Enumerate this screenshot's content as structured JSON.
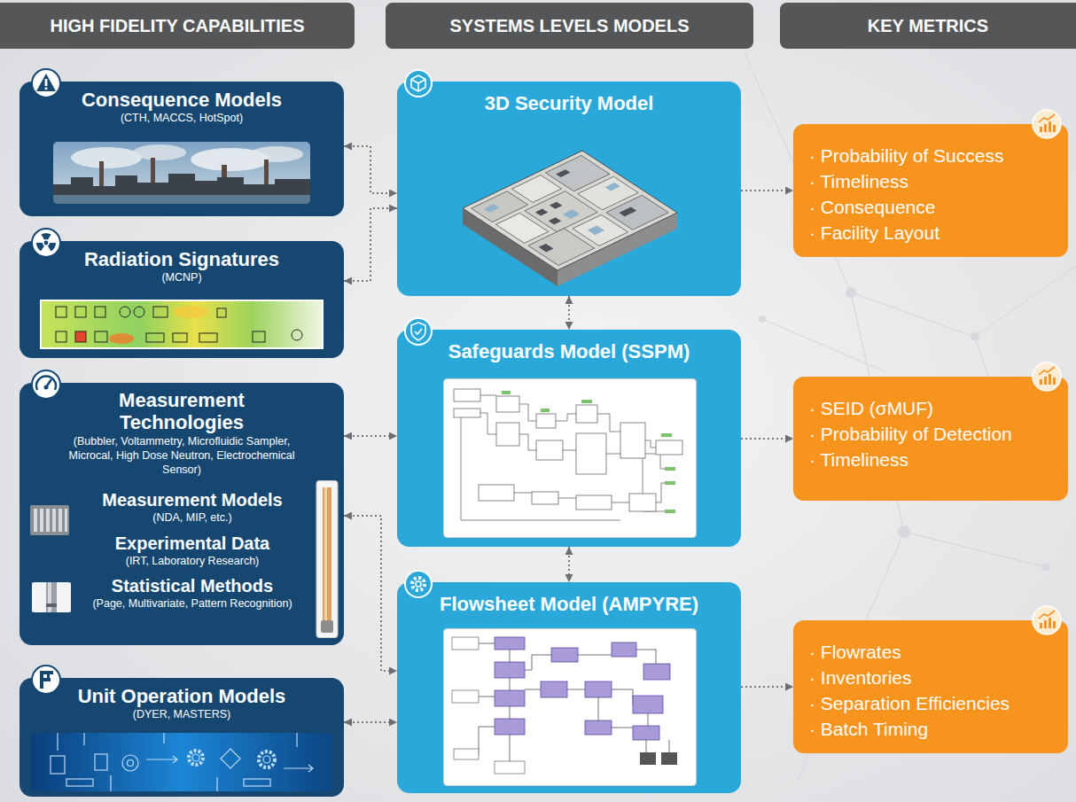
{
  "diagram": {
    "nodes": [
      {
        "text": [
          "HIGH FIDELITY CAPABILITIES"
        ]
      },
      {
        "text": [
          "SYSTEMS LEVELS MODELS"
        ]
      },
      {
        "text": [
          "KEY METRICS"
        ]
      },
      {
        "text": [
          "Consequence Models",
          "(CTH, MACCS, HotSpot)"
        ]
      },
      {
        "text": [
          "Radiation Signatures",
          "(MCNP)"
        ]
      },
      {
        "text": [
          "Measurement Technologies",
          "(Bubbler, Voltammetry, Microfluidic Sampler, Microcal, High Dose Neutron, Electrochemical Sensor)",
          "Measurement Models",
          "(NDA, MIP, etc.)",
          "Experimental Data",
          "(IRT, Laboratory Research)",
          "Statistical Methods",
          "(Page, Multivariate, Pattern Recognition)"
        ]
      },
      {
        "text": [
          "Unit Operation Models",
          "(DYER, MASTERS)"
        ]
      },
      {
        "text": [
          "3D Security Model"
        ]
      },
      {
        "text": [
          "Safeguards Model (SSPM)"
        ]
      },
      {
        "text": [
          "Flowsheet Model (AMPYRE)"
        ]
      },
      {
        "text": [
          "· Probability of Success",
          "· Timeliness",
          "· Consequence",
          "· Facility Layout"
        ]
      },
      {
        "text": [
          "· SEID (σMUF)",
          "· Probability of Detection",
          "· Timeliness"
        ]
      },
      {
        "text": [
          "· Flowrates",
          "· Inventories",
          "· Separation Efficiencies",
          "· Batch Timing"
        ]
      }
    ],
    "edges": [
      {
        "from": 3,
        "to": 7,
        "arrow": "both"
      },
      {
        "from": 4,
        "to": 7,
        "arrow": "both"
      },
      {
        "from": 5,
        "to": 8,
        "arrow": "both"
      },
      {
        "from": 5,
        "to": 9,
        "arrow": "both"
      },
      {
        "from": 6,
        "to": 9,
        "arrow": "both"
      },
      {
        "from": 7,
        "to": 8,
        "arrow": "both"
      },
      {
        "from": 8,
        "to": 9,
        "arrow": "both"
      },
      {
        "from": 7,
        "to": 10,
        "arrow": "to"
      },
      {
        "from": 8,
        "to": 11,
        "arrow": "to"
      },
      {
        "from": 9,
        "to": 12,
        "arrow": "to"
      }
    ]
  }
}
